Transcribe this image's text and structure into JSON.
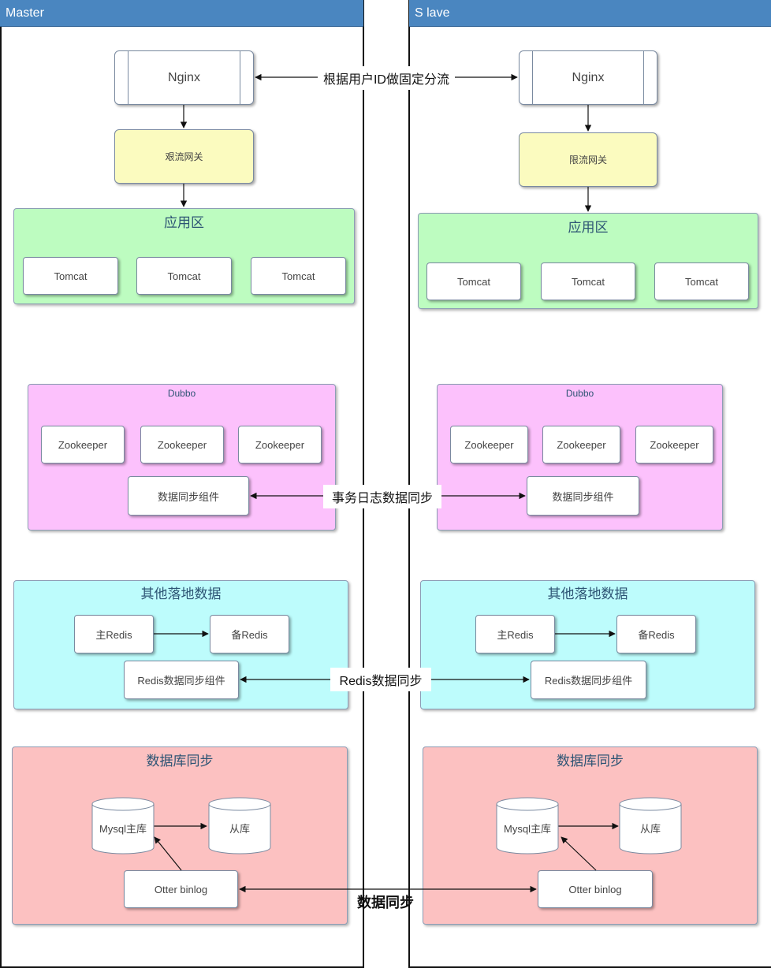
{
  "master": {
    "header": "Master"
  },
  "slave": {
    "header": "S lave"
  },
  "nginx": "Nginx",
  "gateway_master": "艰流网关",
  "gateway_slave": "限流网关",
  "app_zone": {
    "title": "应用区",
    "tomcat": "Tomcat"
  },
  "dubbo_zone": {
    "title": "Dubbo",
    "zookeeper": "Zookeeper",
    "sync_component": "数据同步组件"
  },
  "other_zone": {
    "title": "其他落地数据",
    "primary_redis": "主Redis",
    "backup_redis": "备Redis",
    "redis_sync": "Redis数据同步组件"
  },
  "db_zone": {
    "title": "数据库同步",
    "mysql_master": "Mysql主库",
    "slave_db": "从库",
    "otter": "Otter binlog"
  },
  "center_labels": {
    "routing": "根据用户ID做固定分流",
    "tx_sync": "事务日志数据同步",
    "redis_sync": "Redis数据同步",
    "data_sync": "数据同步"
  }
}
